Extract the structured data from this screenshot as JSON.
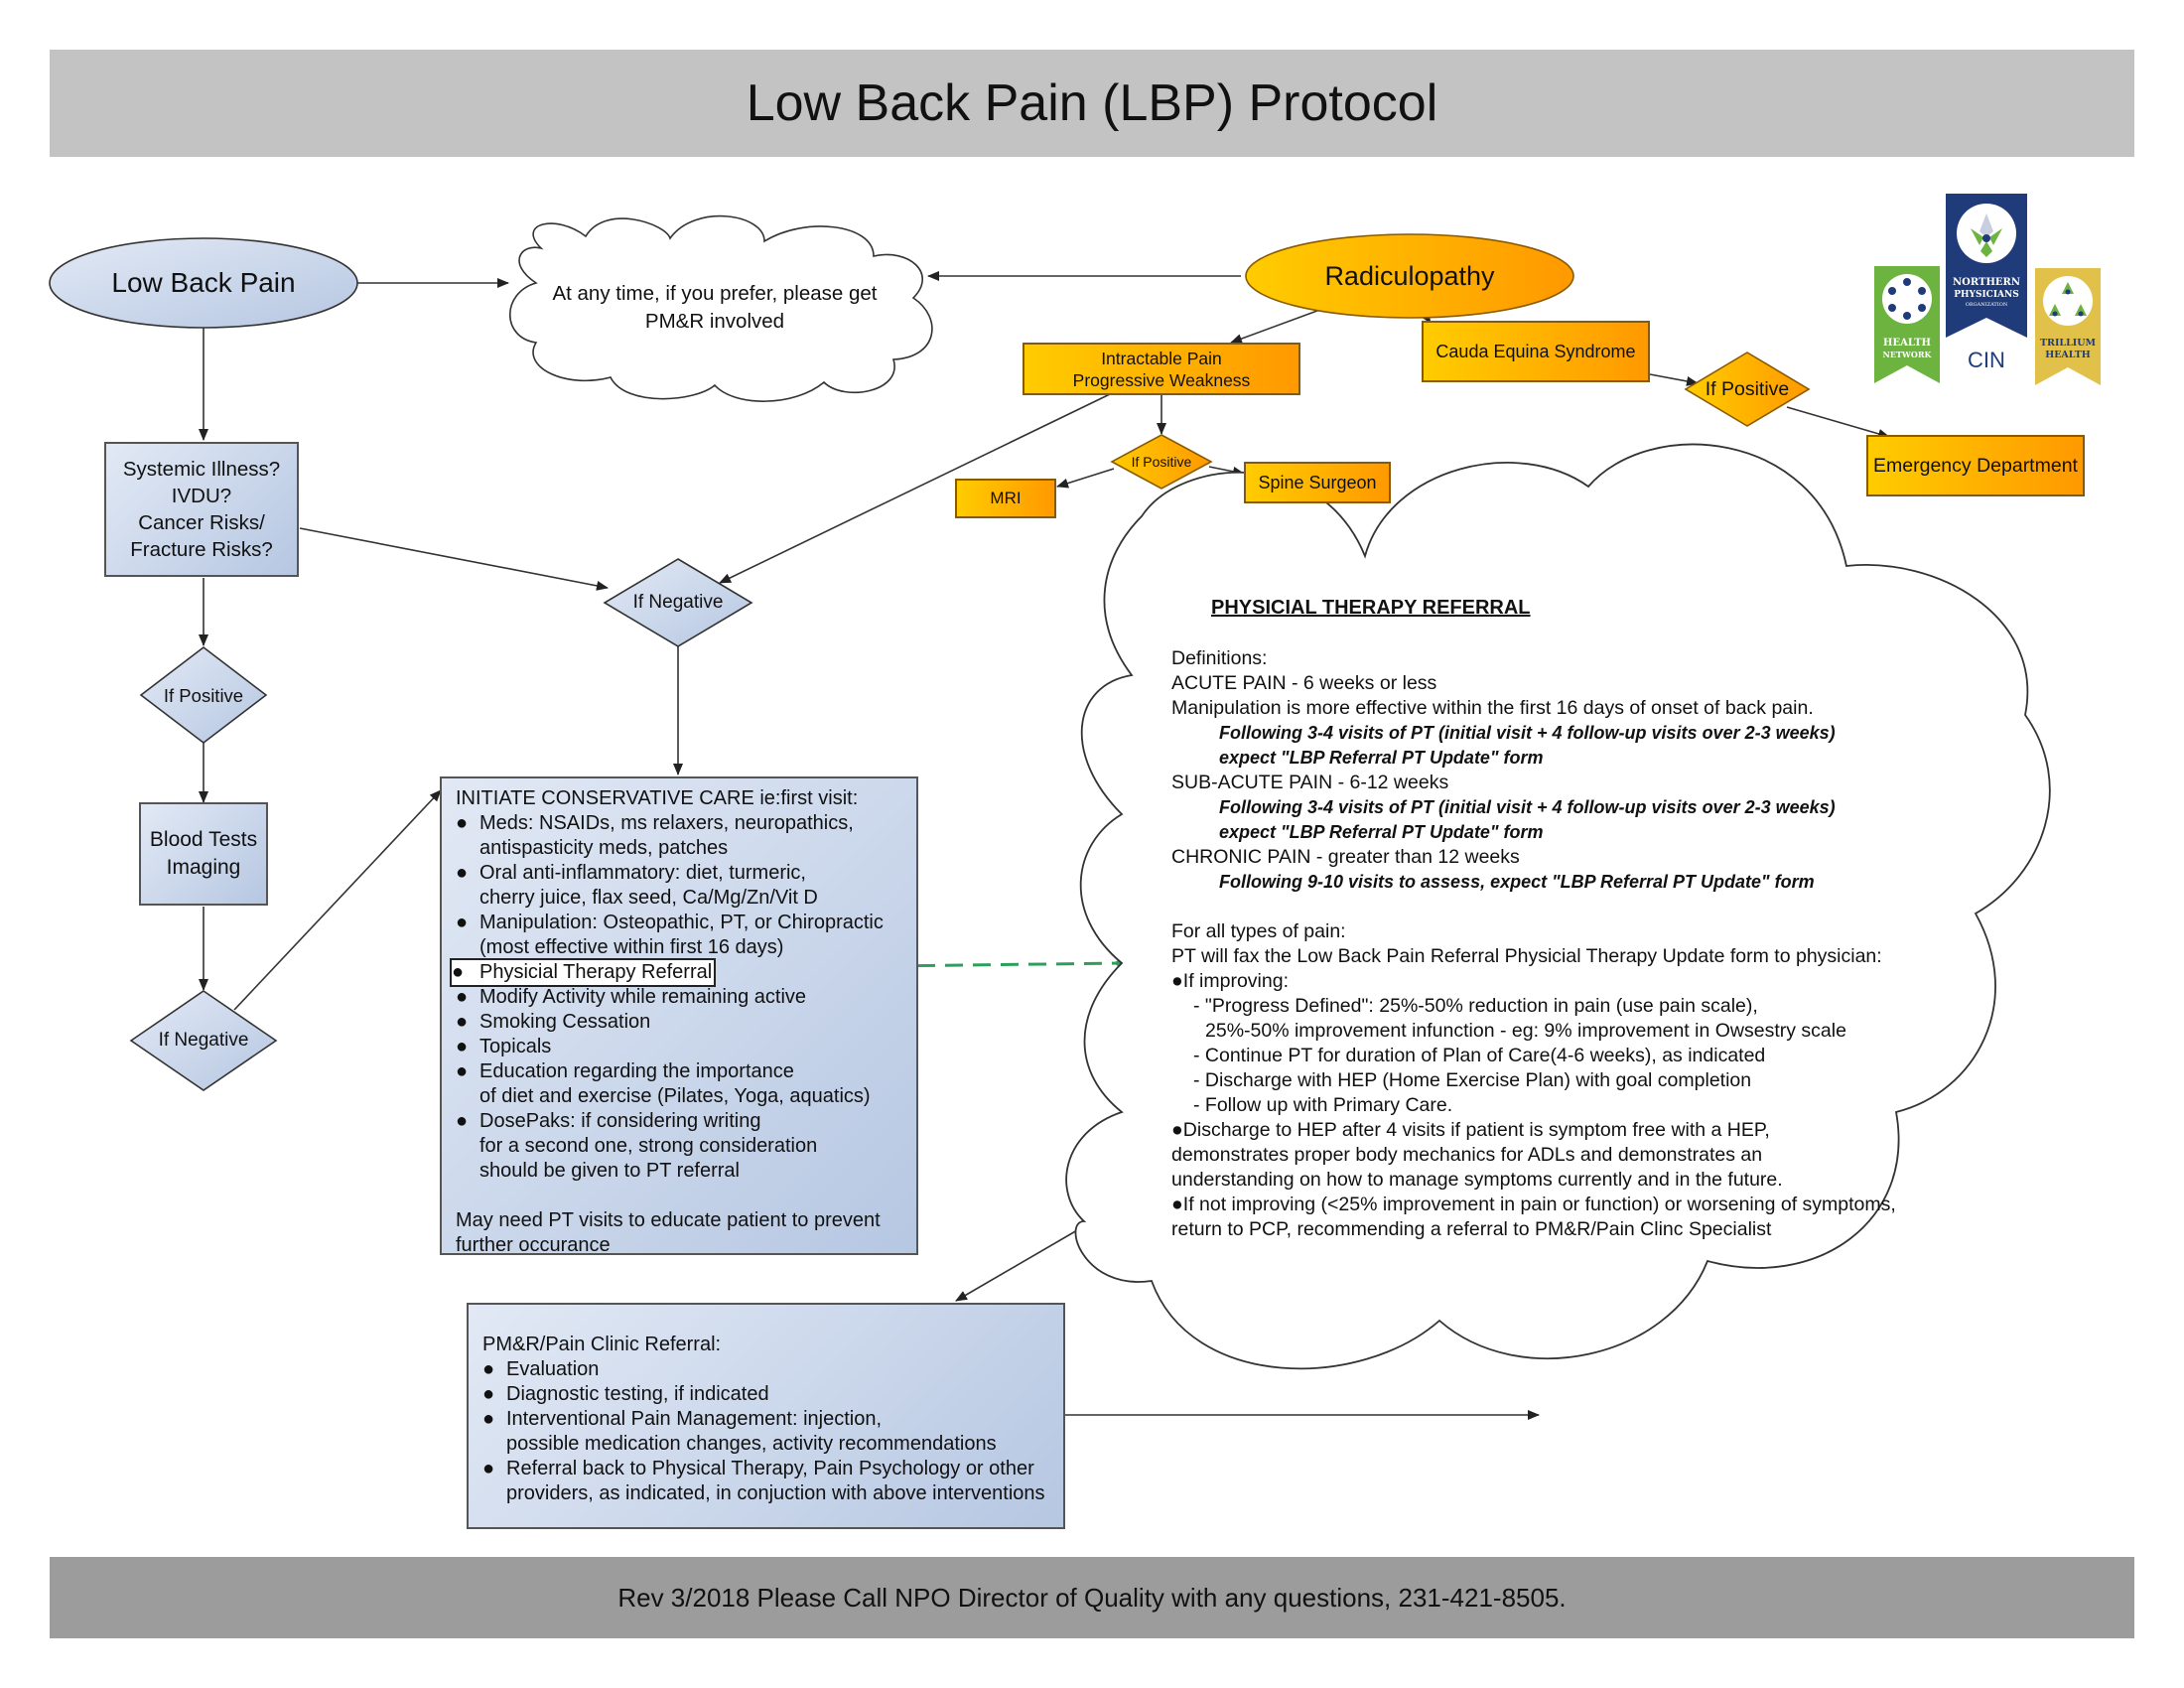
{
  "header": {
    "title": "Low Back Pain (LBP)  Protocol"
  },
  "footer": {
    "text": "Rev 3/2018 Please Call NPO Director of Quality with any questions, 231-421-8505."
  },
  "colors": {
    "header_bg": "#c3c3c3",
    "footer_bg": "#9c9c9c",
    "blue_light": "#e2e9f5",
    "blue_dark": "#b6c7e2",
    "orange_light": "#ffcc00",
    "orange_dark": "#ff9900",
    "dashed_link": "#2e9e5b",
    "logo_green": "#6cb33f",
    "logo_navy": "#1f3b7a",
    "logo_gold": "#e2c14a"
  },
  "nodes": {
    "low_back_pain": "Low Back Pain",
    "pmr_cloud": [
      "At any time, if you prefer, please get",
      "PM&R involved"
    ],
    "radiculopathy": "Radiculopathy",
    "intractable": [
      "Intractable Pain",
      "Progressive Weakness"
    ],
    "cauda_equina": "Cauda Equina Syndrome",
    "if_positive_cauda": "If Positive",
    "emergency": "Emergency Department",
    "if_positive_intractable": "If Positive",
    "mri": "MRI",
    "spine_surgeon": "Spine Surgeon",
    "systemic": [
      "Systemic Illness?",
      "IVDU?",
      "Cancer Risks/",
      "Fracture Risks?"
    ],
    "if_negative_center": "If Negative",
    "if_positive_left": "If Positive",
    "blood_tests": [
      "Blood Tests",
      "Imaging"
    ],
    "if_negative_left": "If Negative"
  },
  "conservative_care": {
    "heading": "INITIATE CONSERVATIVE CARE ie:first visit:",
    "items": [
      [
        "Meds: NSAIDs, ms relaxers, neuropathics,",
        "antispasticity meds, patches"
      ],
      [
        "Oral anti-inflammatory: diet, turmeric,",
        "cherry juice, flax seed, Ca/Mg/Zn/Vit D"
      ],
      [
        "Manipulation: Osteopathic, PT, or Chiropractic",
        "(most effective within first 16 days)"
      ],
      [
        "Physicial Therapy Referral"
      ],
      [
        "Modify Activity while remaining active"
      ],
      [
        "Smoking Cessation"
      ],
      [
        "Topicals"
      ],
      [
        "Education regarding the importance",
        "of diet and exercise (Pilates, Yoga, aquatics)"
      ],
      [
        "DosePaks: if considering writing",
        "for a second one, strong consideration",
        "should be given to PT referral"
      ]
    ],
    "note": [
      "May need PT visits to educate patient to prevent",
      "further occurance"
    ]
  },
  "pain_clinic": {
    "heading": "PM&R/Pain Clinic Referral:",
    "items": [
      [
        "Evaluation"
      ],
      [
        "Diagnostic testing, if indicated"
      ],
      [
        "Interventional Pain Management:  injection,",
        "possible medication changes, activity recommendations"
      ],
      [
        "Referral back to Physical Therapy, Pain Psychology or other",
        " providers, as indicated, in conjuction with above interventions"
      ]
    ]
  },
  "pt_referral": {
    "title": "PHYSICIAL THERAPY REFERRAL",
    "definitions_label": "Definitions:",
    "acute": "ACUTE PAIN - 6 weeks or less",
    "manipulation": "Manipulation is more effective within the first 16 days of onset of back pain.",
    "acute_follow": [
      "Following 3-4 visits of PT (initial visit + 4 follow-up visits over 2-3 weeks)",
      "expect \"LBP Referral PT Update\" form"
    ],
    "subacute": "SUB-ACUTE PAIN - 6-12 weeks",
    "subacute_follow": [
      "Following 3-4 visits of PT (initial visit + 4 follow-up visits over 2-3 weeks)",
      "expect \"LBP Referral PT Update\" form"
    ],
    "chronic": "CHRONIC PAIN - greater than 12 weeks",
    "chronic_follow": "Following 9-10 visits to assess, expect \"LBP Referral PT Update\" form",
    "all_types": "For all types of pain:",
    "fax": "PT will fax the Low Back Pain  Referral Physicial Therapy Update form to physician:",
    "improving": "If improving:",
    "improving_items": [
      "- \"Progress Defined\": 25%-50% reduction in pain (use pain scale),",
      "25%-50% improvement infunction - eg: 9% improvement in Owsestry scale",
      "- Continue PT for duration of Plan of Care(4-6 weeks), as indicated",
      "- Discharge with HEP (Home Exercise Plan) with goal completion",
      "- Follow up with Primary Care."
    ],
    "discharge": [
      "Discharge to HEP after 4 visits if patient is symptom free with a HEP,",
      "demonstrates proper body mechanics for ADLs and demonstrates an",
      "understanding on how to manage symptoms currently and in the future."
    ],
    "not_improving": [
      "If not improving (<25% improvement in pain or function) or worsening of symptoms,",
      "return to PCP, recommending a referral to PM&R/Pain Clinc Specialist"
    ]
  },
  "logos": {
    "left": [
      "HEALTH",
      "NETWORK"
    ],
    "center": [
      "NORTHERN",
      "PHYSICIANS",
      "ORGANIZATION"
    ],
    "center_below": "CIN",
    "right": [
      "TRILLIUM",
      "HEALTH"
    ]
  }
}
